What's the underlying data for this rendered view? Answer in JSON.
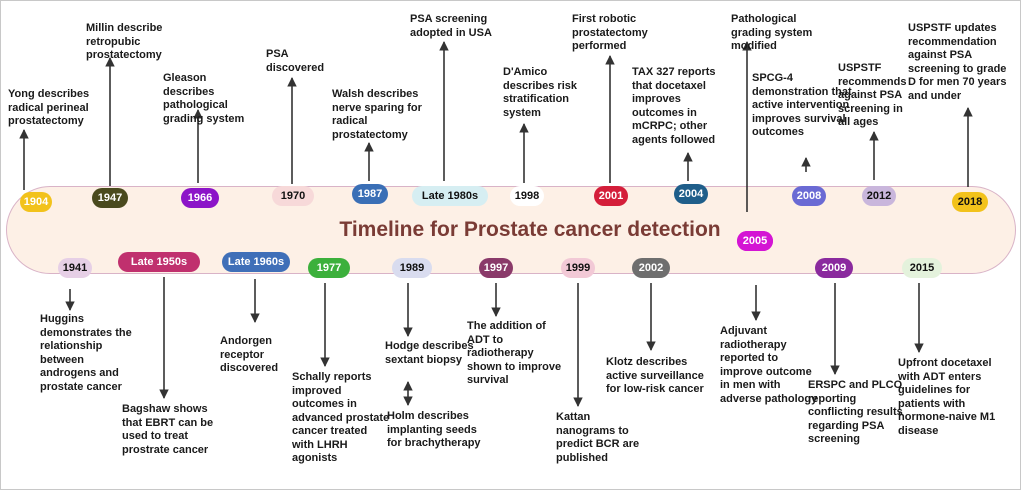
{
  "title": "Timeline for Prostate cancer detection",
  "colors": {
    "band_fill": "#fdf0e6",
    "band_border": "#d9b3c7",
    "title_text": "#7a3b35",
    "arrow": "#333333"
  },
  "events_top": [
    {
      "year": "1904",
      "color": "#f2c21b",
      "dark": true,
      "text": "Yong describes radical perineal prostatectomy"
    },
    {
      "year": "1947",
      "color": "#4a4a1e",
      "dark": true,
      "text": "Millin describe retropubic prostatectomy"
    },
    {
      "year": "1966",
      "color": "#8c14c8",
      "dark": true,
      "text": "Gleason describes pathological grading system"
    },
    {
      "year": "1970",
      "color": "#f7d9d9",
      "dark": false,
      "text": "PSA discovered"
    },
    {
      "year": "1987",
      "color": "#3a6fb6",
      "dark": true,
      "text": "Walsh describes nerve sparing for radical prostatectomy"
    },
    {
      "year": "Late 1980s",
      "color": "#d6eef2",
      "dark": false,
      "text": "PSA screening adopted in USA"
    },
    {
      "year": "1998",
      "color": "#ffffff",
      "dark": false,
      "text": "D'Amico describes risk stratification system"
    },
    {
      "year": "2001",
      "color": "#d41e3a",
      "dark": true,
      "text": "First robotic prostatectomy performed"
    },
    {
      "year": "2004",
      "color": "#1f5e8a",
      "dark": true,
      "text": "TAX 327 reports that docetaxel improves outcomes in mCRPC; other agents followed"
    },
    {
      "year": "2005",
      "color": "#d414d4",
      "dark": true,
      "text": "Pathological grading system modified"
    },
    {
      "year": "2008",
      "color": "#6a6ad4",
      "dark": true,
      "text": "SPCG-4 demonstration that active intervention improves survival outcomes"
    },
    {
      "year": "2012",
      "color": "#c9b6dc",
      "dark": false,
      "text": "USPSTF recommends against PSA screening in all ages"
    },
    {
      "year": "2018",
      "color": "#f2c21b",
      "dark": false,
      "text": "USPSTF updates recommendation against PSA screening to grade D for men 70 years and under"
    }
  ],
  "events_bottom": [
    {
      "year": "1941",
      "color": "#e6cfe6",
      "dark": false,
      "text": "Huggins demonstrates the relationship between androgens and prostate cancer"
    },
    {
      "year": "Late 1950s",
      "color": "#c0306e",
      "dark": true,
      "text": "Bagshaw shows that EBRT can be used to treat prostrate cancer"
    },
    {
      "year": "Late 1960s",
      "color": "#3f6fb8",
      "dark": true,
      "text": "Andorgen receptor discovered"
    },
    {
      "year": "1977",
      "color": "#3cb03c",
      "dark": true,
      "text": "Schally reports improved outcomes in advanced prostate cancer treated with LHRH agonists"
    },
    {
      "year": "1989",
      "color": "#d9dcef",
      "dark": false,
      "text": "Hodge describes sextant biopsy",
      "text2": "Holm describes implanting seeds for brachytherapy"
    },
    {
      "year": "1997",
      "color": "#8a3a6a",
      "dark": true,
      "text": "The addition of ADT to radiotherapy shown to improve survival"
    },
    {
      "year": "1999",
      "color": "#f2c9d6",
      "dark": false,
      "text": "Kattan nanograms to predict BCR are published"
    },
    {
      "year": "2002",
      "color": "#6e6e6e",
      "dark": true,
      "text": "Klotz describes active surveillance for low-risk cancer"
    },
    {
      "year": "2005",
      "color": "#d414d4",
      "dark": true,
      "text": "Adjuvant radiotherapy reported to improve outcome in men with adverse pathology"
    },
    {
      "year": "2009",
      "color": "#8a2a9e",
      "dark": true,
      "text": "ERSPC and PLCO reporting conflicting results regarding PSA screening"
    },
    {
      "year": "2015",
      "color": "#e4f2dc",
      "dark": false,
      "text": "Upfront docetaxel with ADT enters guidelines for patients with hormone-naive M1 disease"
    }
  ]
}
